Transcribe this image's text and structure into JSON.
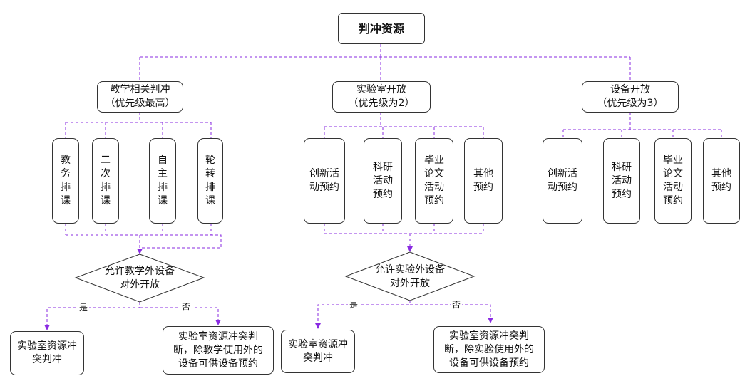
{
  "root": "判冲资源",
  "branches": [
    {
      "title": "教学相关判冲\n（优先级最高）",
      "children": [
        "教\n务\n排\n课",
        "二\n次\n排\n课",
        "自\n主\n排\n课",
        "轮\n转\n排\n课"
      ],
      "decision": "允许教学外设备\n对外开放",
      "yes_label": "是",
      "no_label": "否",
      "yes_result": "实验室资源冲\n突判冲",
      "no_result": "实验室资源冲突判\n断，除教学使用外的\n设备可供设备预约"
    },
    {
      "title": "实验室开放\n（优先级为2）",
      "children": [
        "创新活\n动预约",
        "科研\n活动\n预约",
        "毕业\n论文\n活动\n预约",
        "其他\n预约"
      ],
      "decision": "允许实验外设备\n对外开放",
      "yes_label": "是",
      "no_label": "否",
      "yes_result": "实验室资源冲\n突判冲",
      "no_result": "实验室资源冲突判\n断，除实验使用外的\n设备可供设备预约"
    },
    {
      "title": "设备开放\n（优先级为3）",
      "children": [
        "创新活\n动预约",
        "科研\n活动\n预约",
        "毕业\n论文\n活动\n预约",
        "其他\n预约"
      ]
    }
  ],
  "colors": {
    "connector": "#8a2be2",
    "border": "#333333"
  }
}
